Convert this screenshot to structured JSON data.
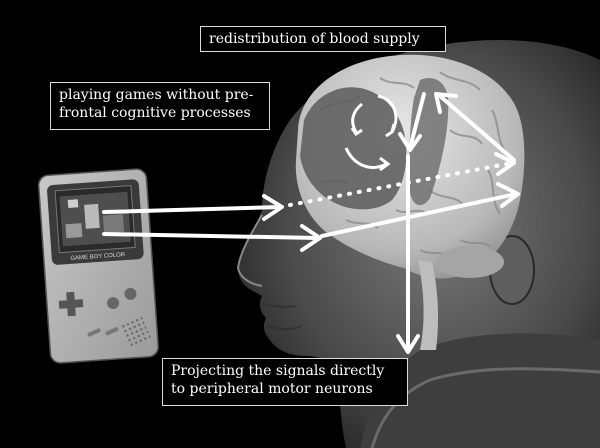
{
  "labels": {
    "redistribution": "redistribution of blood supply",
    "playing": [
      "playing games without pre-",
      "frontal cognitive processes"
    ],
    "projecting": [
      "Projecting the signals directly",
      "to peripheral motor neurons"
    ]
  },
  "device": {
    "brand_text": "GAME BOY COLOR"
  },
  "colors": {
    "background": "#000000",
    "arrow": "#ffffff",
    "label_border": "#dcdcdc"
  }
}
